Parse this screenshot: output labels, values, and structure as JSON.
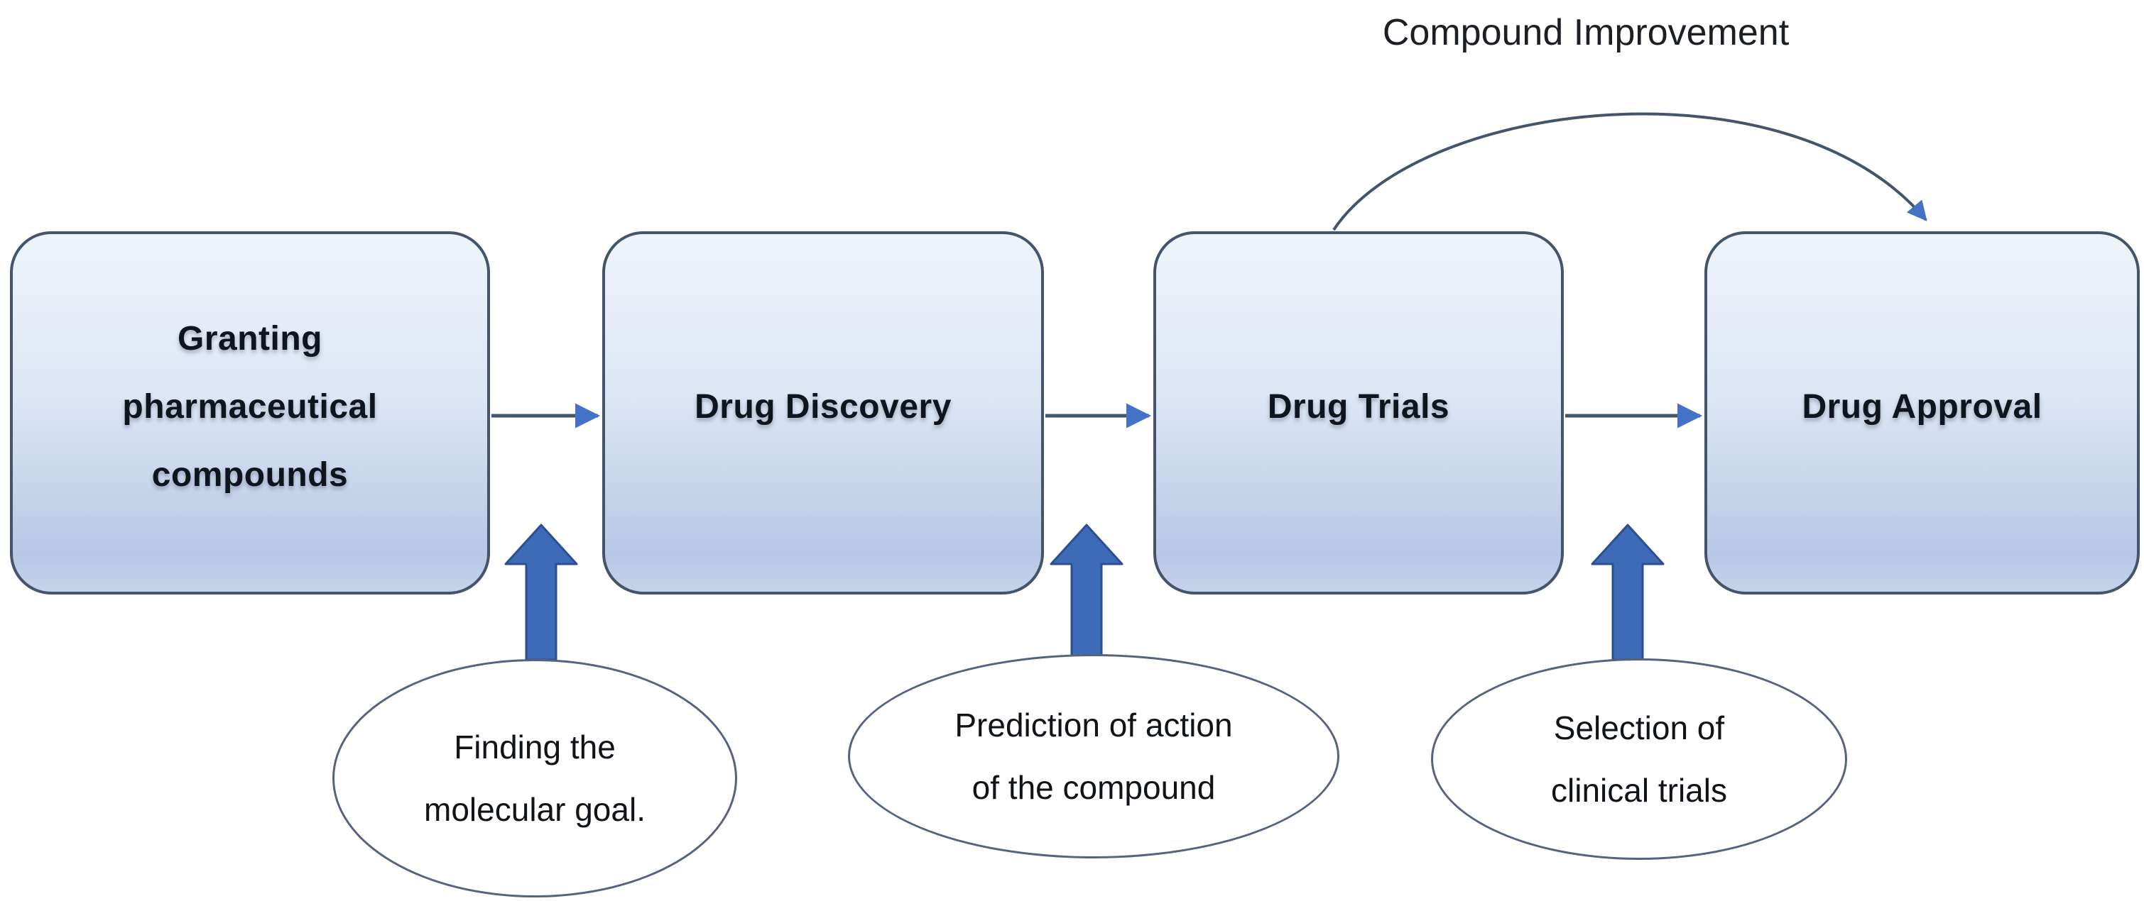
{
  "feedback_label": "Compound Improvement",
  "stages": [
    {
      "label": "Granting\npharmaceutical\ncompounds"
    },
    {
      "label": "Drug Discovery"
    },
    {
      "label": "Drug Trials"
    },
    {
      "label": "Drug Approval"
    }
  ],
  "annotations": [
    {
      "label": "Finding the\nmolecular goal."
    },
    {
      "label": "Prediction of action\nof the compound"
    },
    {
      "label": "Selection of\nclinical trials"
    }
  ],
  "colors": {
    "box_border": "#44546a",
    "box_fill_top": "#eff4fb",
    "box_fill_bottom": "#b7c7e5",
    "connector_line": "#44546a",
    "connector_head": "#4472c4",
    "block_arrow_fill": "#3e6bb7",
    "block_arrow_border": "#2d4f8e",
    "ellipse_border": "#56637e",
    "text": "#10141c"
  }
}
